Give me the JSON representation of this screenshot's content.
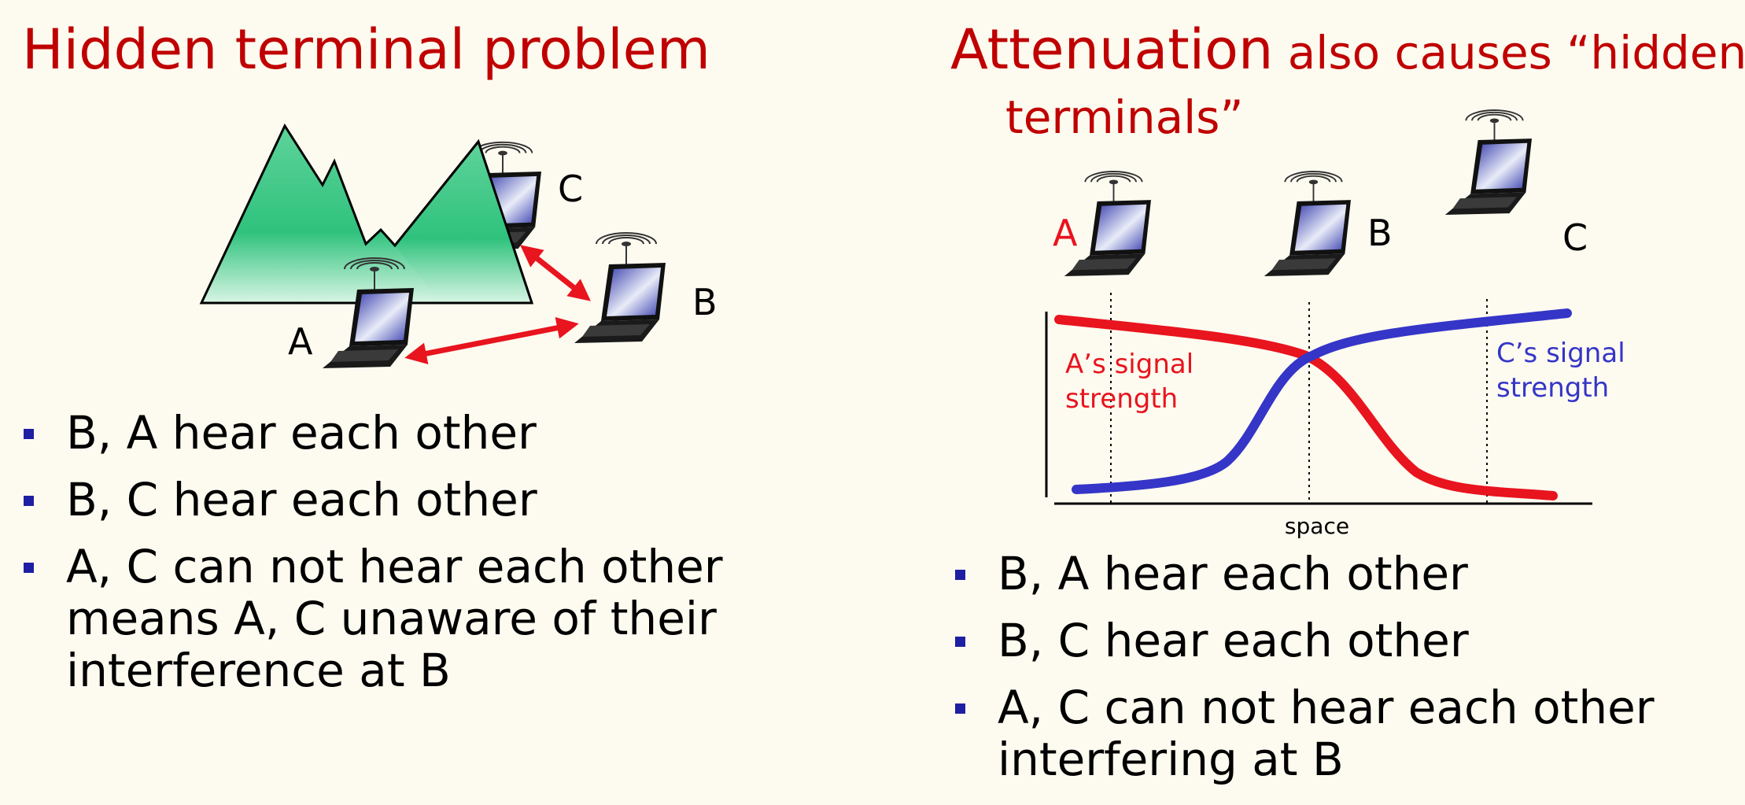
{
  "left": {
    "title": "Hidden terminal problem",
    "labels": {
      "a": "A",
      "b": "B",
      "c": "C"
    },
    "bullets": [
      "B, A hear each other",
      "B, C hear each other",
      "A, C can not hear each other means A, C unaware of their interference at B"
    ]
  },
  "right": {
    "title_big": "Attenuation",
    "title_small": " also causes “hidden",
    "title_line2": "terminals”",
    "labels": {
      "a": "A",
      "b": "B",
      "c": "C"
    },
    "bullets": [
      "B, A hear each other",
      "B, C hear each other",
      "A, C can not hear each other interfering at B"
    ]
  },
  "chart_data": {
    "type": "line",
    "xlabel": "space",
    "ylabel": "",
    "series": [
      {
        "name": "A’s signal strength",
        "color": "#e8141e"
      },
      {
        "name": "C’s signal strength",
        "color": "#3535c8"
      }
    ],
    "labels": {
      "a_signal": [
        "A’s signal",
        "strength"
      ],
      "c_signal": [
        "C’s signal",
        "strength"
      ]
    }
  }
}
